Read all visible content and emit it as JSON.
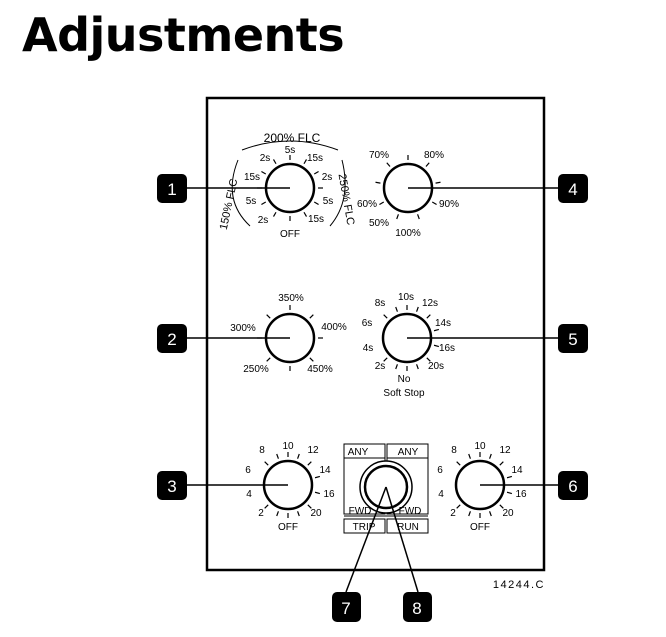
{
  "title": "Adjustments",
  "figure_id": "14244.C",
  "callouts": [
    "1",
    "2",
    "3",
    "4",
    "5",
    "6",
    "7",
    "8"
  ],
  "dial1": {
    "arc_top": "200% FLC",
    "arc_left": "150% FLC",
    "arc_right": "250% FLC",
    "top_labels": [
      "2s",
      "5s",
      "15s"
    ],
    "left_labels": [
      "15s",
      "5s",
      "2s"
    ],
    "right_labels": [
      "2s",
      "5s",
      "15s"
    ],
    "off": "OFF"
  },
  "dial2": {
    "labels": [
      "350%",
      "300%",
      "400%",
      "250%",
      "450%"
    ]
  },
  "dial3": {
    "labels": [
      "8",
      "10",
      "12",
      "6",
      "14",
      "4",
      "16",
      "2",
      "20",
      "OFF"
    ]
  },
  "dial4": {
    "labels": [
      "70%",
      "80%",
      "60%",
      "90%",
      "50%",
      "100%"
    ]
  },
  "dial5": {
    "labels": [
      "8s",
      "10s",
      "12s",
      "6s",
      "14s",
      "4s",
      "16s",
      "2s",
      "20s"
    ],
    "off_line1": "No",
    "off_line2": "Soft Stop"
  },
  "dial6": {
    "labels": [
      "8",
      "10",
      "12",
      "6",
      "14",
      "4",
      "16",
      "2",
      "20",
      "OFF"
    ]
  },
  "switch": {
    "top_left": "ANY",
    "top_right": "ANY",
    "mid_left": "FWD",
    "mid_right": "FWD",
    "bottom_left": "TRIP",
    "bottom_right": "RUN"
  }
}
